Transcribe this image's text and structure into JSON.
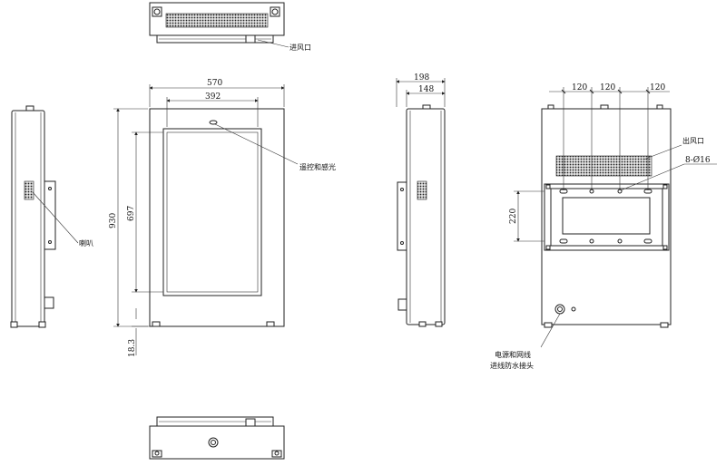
{
  "dimensions": {
    "width_570": "570",
    "screen_width_392": "392",
    "height_930": "930",
    "screen_height_697": "697",
    "bottom_18_3": "18.3",
    "depth_198": "198",
    "depth_148": "148",
    "hole_spacing": [
      "120",
      "120",
      "120"
    ],
    "mount_height_220": "220",
    "holes_8_d16": "8-Ø16"
  },
  "labels": {
    "air_inlet": "进风口",
    "remote_sensor": "遥控和感光",
    "speaker": "喇叭",
    "air_outlet": "出风口",
    "power_network_line1": "电源和网线",
    "power_network_line2": "进线防水接头"
  }
}
